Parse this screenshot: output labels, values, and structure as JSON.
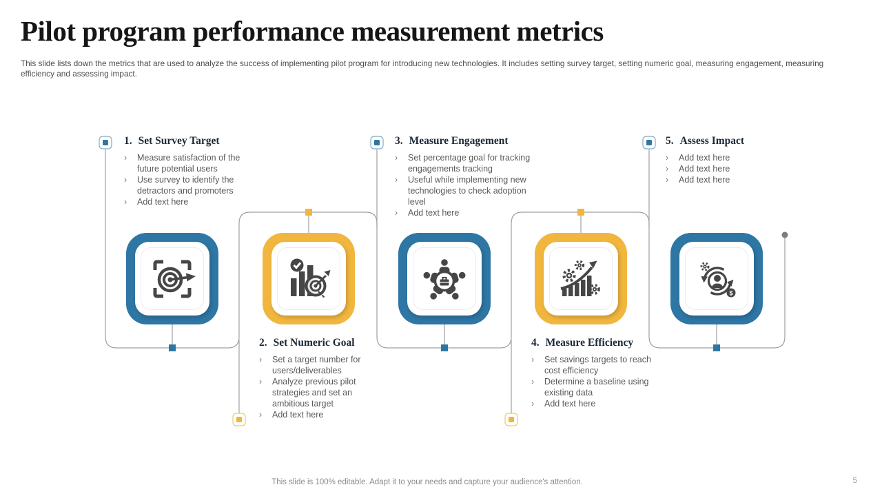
{
  "slide": {
    "title": "Pilot program performance measurement metrics",
    "subtitle": "This slide lists down the metrics that are used to analyze the success of implementing pilot program for introducing new technologies. It includes setting survey target, setting numeric goal, measuring engagement, measuring efficiency and assessing impact.",
    "footer": "This slide is 100% editable. Adapt it to your needs and capture your audience's attention.",
    "page_number": "5"
  },
  "bullet_glyph": "›",
  "colors": {
    "blue": "#2e76a4",
    "yellow": "#f1b63e",
    "blue_soft": "#84aac4",
    "yellow_soft": "#e9c878",
    "icon_ink": "#464646",
    "line": "#9f9f9f",
    "heading_ink": "#1b2a38",
    "body_ink": "#595959",
    "title_ink": "#161616",
    "muted": "#8c8c8c"
  },
  "items": [
    {
      "number": "1.",
      "title": "Set Survey Target",
      "accent": "blue",
      "icon": "target-dart-icon",
      "bullets": [
        "Measure satisfaction of the future potential users",
        "Use survey to identify the detractors and promoters",
        "Add text here"
      ]
    },
    {
      "number": "2.",
      "title": "Set Numeric Goal",
      "accent": "yellow",
      "icon": "bar-chart-target-icon",
      "bullets": [
        "Set a target number for users/deliverables",
        "Analyze previous pilot strategies and set an ambitious target",
        "Add text here"
      ]
    },
    {
      "number": "3.",
      "title": "Measure Engagement",
      "accent": "blue",
      "icon": "team-engagement-icon",
      "bullets": [
        "Set percentage goal for tracking engagements tracking",
        "Useful while implementing new technologies to check adoption level",
        "Add text here"
      ]
    },
    {
      "number": "4.",
      "title": "Measure Efficiency",
      "accent": "yellow",
      "icon": "growth-gears-icon",
      "bullets": [
        "Set savings targets to reach cost efficiency",
        "Determine a baseline using existing data",
        "Add text here"
      ]
    },
    {
      "number": "5.",
      "title": "Assess Impact",
      "accent": "blue",
      "icon": "user-cycle-icon",
      "bullets": [
        "Add text here",
        "Add text here",
        "Add text here"
      ]
    }
  ]
}
